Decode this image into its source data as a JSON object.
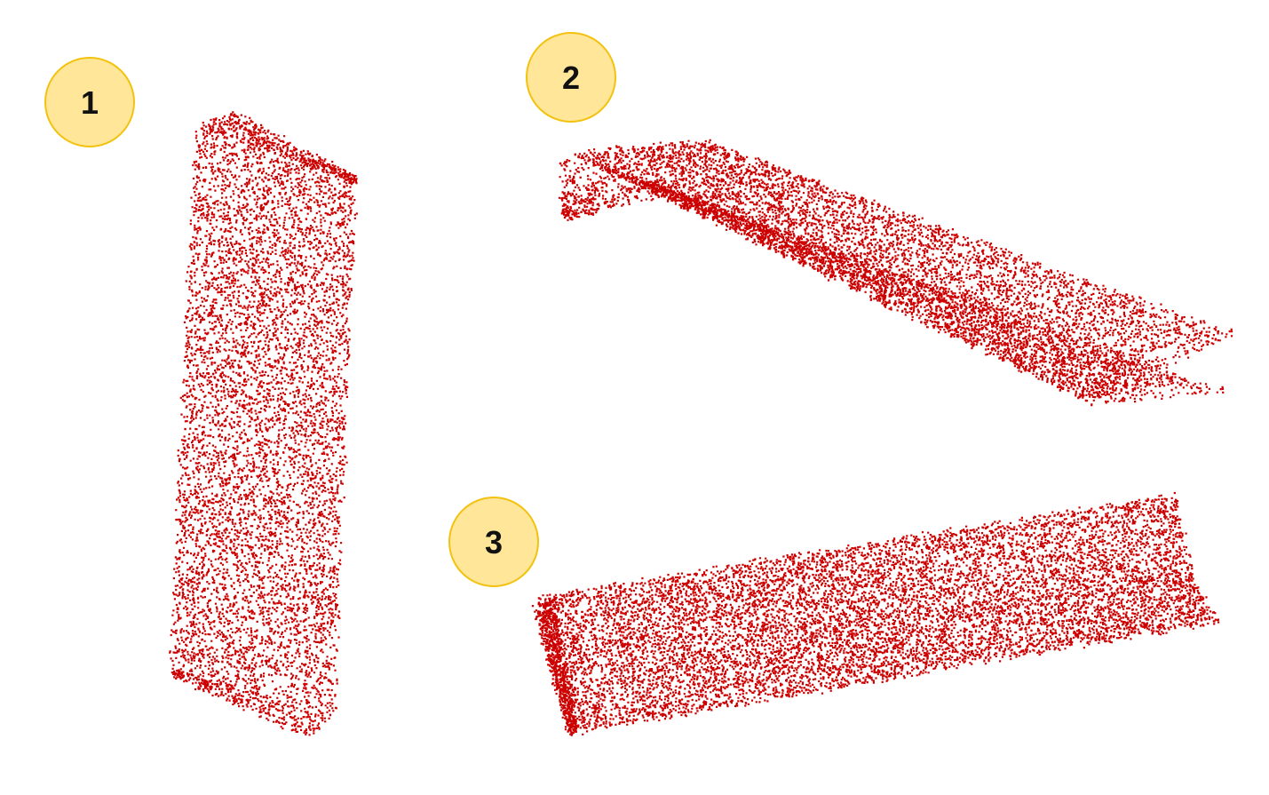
{
  "colors": {
    "points": "#cc0000",
    "badge_fill": "#ffe699",
    "badge_stroke": "#f2c20f",
    "badge_text": "#111111",
    "background": "#ffffff"
  },
  "views": [
    {
      "id": "view-1",
      "label": "1"
    },
    {
      "id": "view-2",
      "label": "2"
    },
    {
      "id": "view-3",
      "label": "3"
    }
  ]
}
